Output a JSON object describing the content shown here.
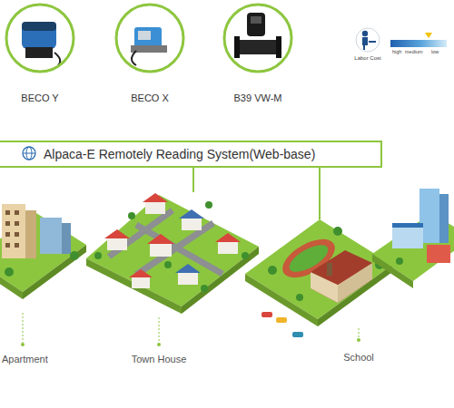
{
  "diagram": {
    "nodes": [
      {
        "text": [
          "BECO Y"
        ]
      },
      {
        "text": [
          "BECO X"
        ]
      },
      {
        "text": [
          "B39 VW-M"
        ]
      },
      {
        "text": [
          "Alpaca-E Remotely Reading System(Web-base)"
        ]
      },
      {
        "text": [
          "Apartment"
        ]
      },
      {
        "text": [
          "Town House"
        ]
      },
      {
        "text": [
          "School"
        ]
      }
    ],
    "edges": [
      {
        "from": 3,
        "to": 5,
        "arrow": "none"
      },
      {
        "from": 3,
        "to": 6,
        "arrow": "none"
      }
    ],
    "labels": [
      "Labor Cost",
      "high",
      "medium",
      "low"
    ]
  }
}
